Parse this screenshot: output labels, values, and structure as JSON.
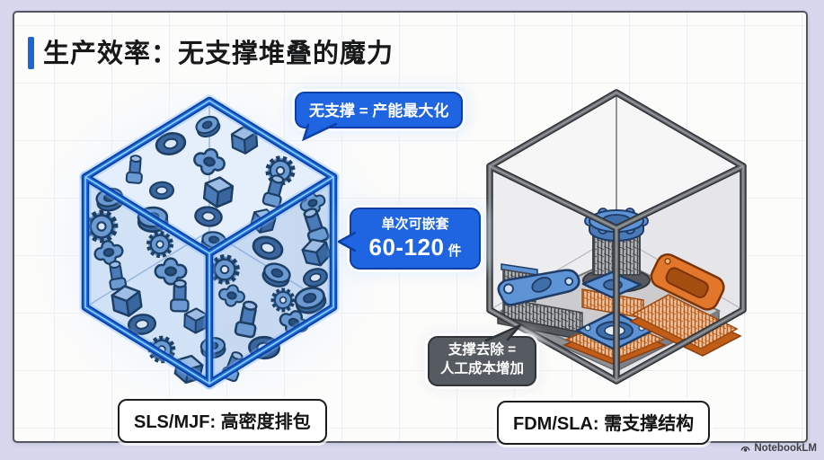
{
  "page": {
    "background_color": "#d7d7ee",
    "card_background": "#fcfcfa",
    "card_border_color": "#53565c"
  },
  "header": {
    "title": "生产效率：无支撑堆叠的魔力",
    "accent_bar_color": "#1b66d1"
  },
  "callouts": {
    "no_support": {
      "text": "无支撑 = 产能最大化",
      "bg_color": "#1f64e0"
    },
    "nesting": {
      "line1": "单次可嵌套",
      "value": "60-120",
      "unit": "件",
      "bg_color": "#1f64e0"
    },
    "support_removal": {
      "line1": "支撑去除 =",
      "line2": "人工成本增加",
      "bg_color": "#565b61"
    }
  },
  "labels": {
    "left_cube": "SLS/MJF: 高密度排包",
    "right_cube": "FDM/SLA: 需支撑结构"
  },
  "footer": {
    "brand": "NotebookLM"
  },
  "illustration": {
    "left_cube": {
      "description": "blue glowing wireframe cube densely nested with printed parts",
      "frame_color": "#1e6add",
      "parts_color": "#6b9ad2"
    },
    "right_cube": {
      "description": "gray printer frame, few parts on support lattices over build plate",
      "frame_color": "#6a6e73",
      "blue_part_color": "#5e93d6",
      "orange_part_color": "#e2762a",
      "support_dark_color": "#4b4f55",
      "support_orange_color": "#cc6420"
    }
  }
}
